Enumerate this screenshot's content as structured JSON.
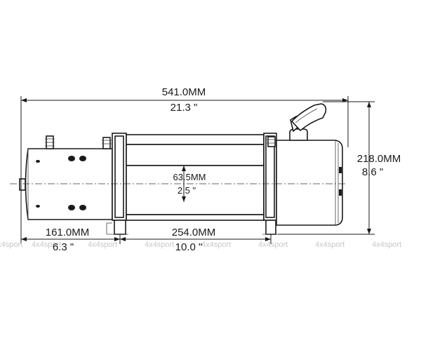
{
  "dimensions": {
    "overall_length_mm": "541.0MM",
    "overall_length_in": "21.3 \"",
    "height_mm": "218.0MM",
    "height_in": "8.6 \"",
    "drum_diameter_mm": "63.5MM",
    "drum_diameter_in": "2.5 \"",
    "motor_length_mm": "161.0MM",
    "motor_length_in": "6.3 \"",
    "mount_spacing_mm": "254.0MM",
    "mount_spacing_in": "10.0 \""
  },
  "watermark": {
    "text": "4x4sport"
  }
}
